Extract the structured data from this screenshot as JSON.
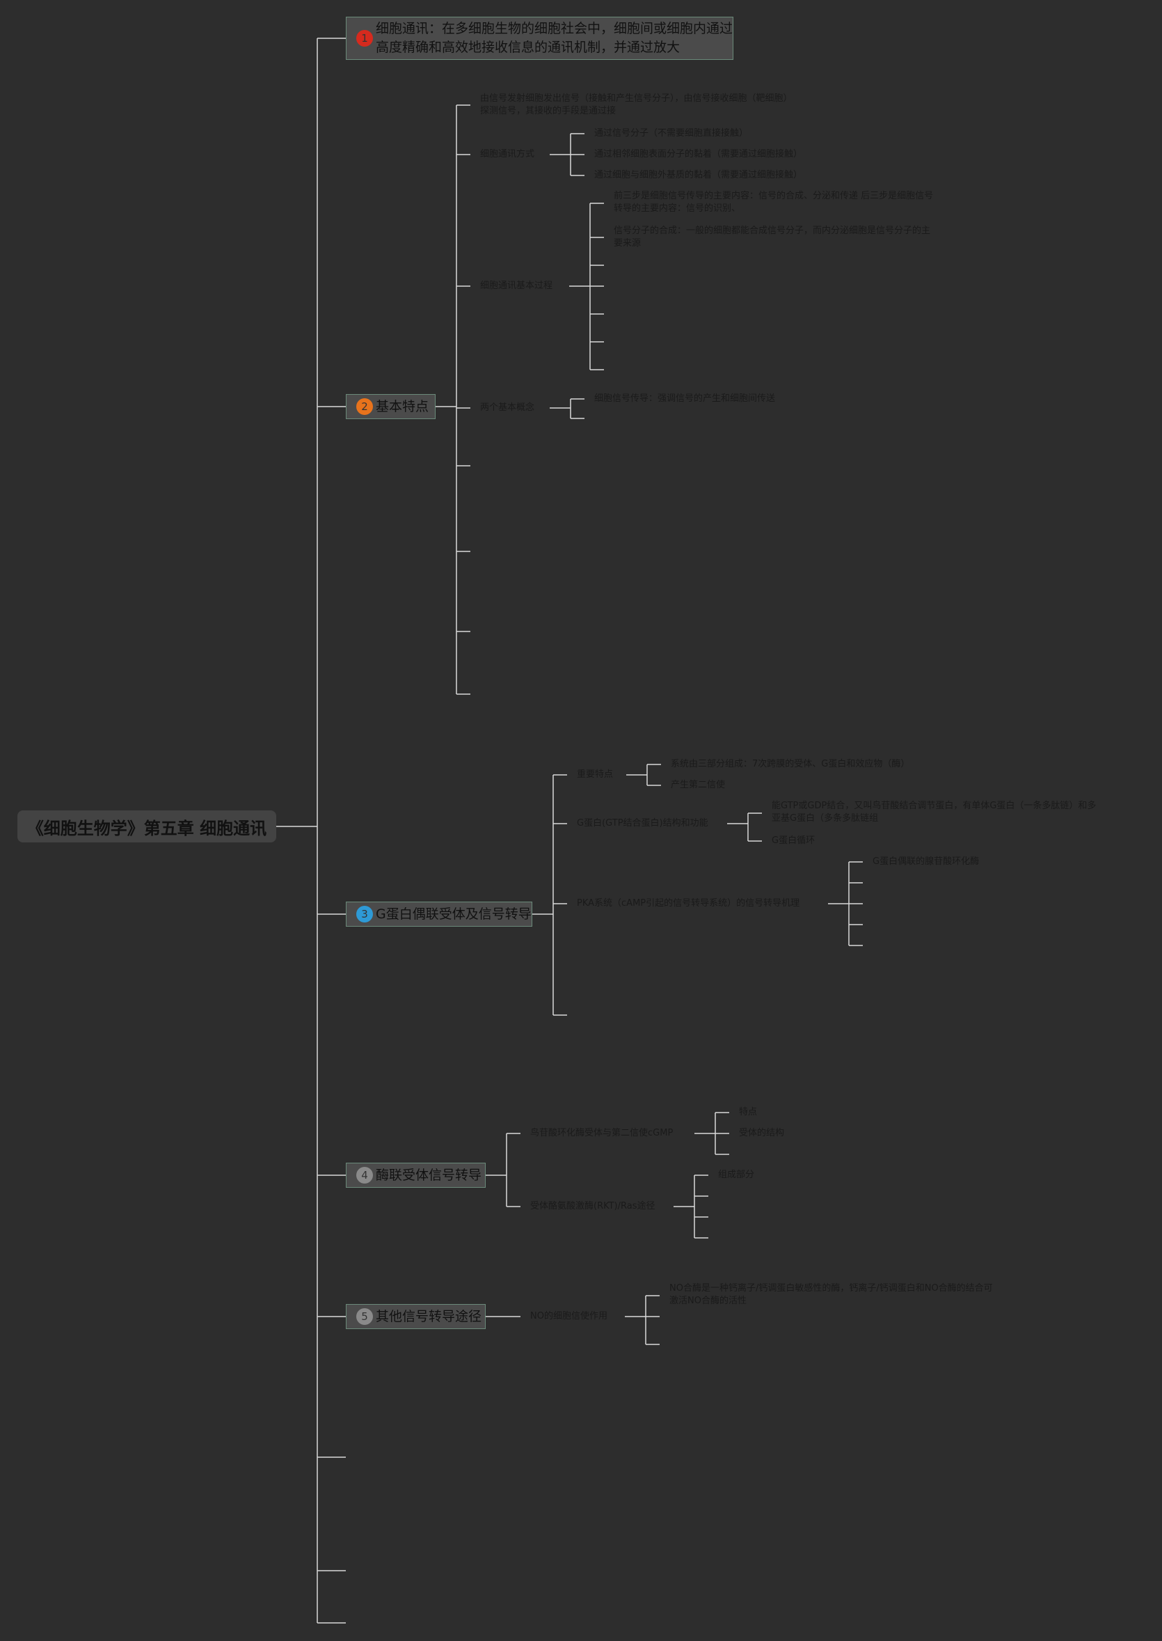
{
  "root": {
    "title": "《细胞生物学》第五章 细胞通讯"
  },
  "colors": {
    "background": "#2d2d2d",
    "lines": "#d9d9d9",
    "marker1": "#d62a1e",
    "marker2": "#e8731c",
    "marker3": "#2e9ad6",
    "marker4": "#8a8a8a",
    "marker5": "#8a8a8a"
  },
  "topics": {
    "t1": {
      "number": "1",
      "lines": [
        "细胞通讯：在多细胞生物的细胞社会中，细胞间或细胞内通过",
        "高度精确和高效地接收信息的通讯机制，并通过放大"
      ]
    },
    "t2": {
      "number": "2",
      "label": "基本特点",
      "def": [
        "由信号发射细胞发出信号（接触和产生信号分子），由信号接收细胞（靶细胞）",
        "探测信号，其接收的手段是通过接"
      ],
      "mode": {
        "label": "细胞通讯方式",
        "items": [
          "通过信号分子（不需要细胞直接接触）",
          "通过相邻细胞表面分子的黏着（需要通过细胞接触）",
          "通过细胞与细胞外基质的黏着（需要通过细胞接触）"
        ]
      },
      "process": {
        "label": "细胞通讯基本过程",
        "items": [
          [
            "前三步是细胞信号传导的主要内容：信号的合成、分泌和传递 后三步是细胞信号",
            "转导的主要内容：信号的识别、"
          ],
          [
            "信号分子的合成：一般的细胞都能合成信号分子，而内分泌细胞是信号分子的主",
            "要来源"
          ]
        ]
      },
      "concepts": {
        "label": "两个基本概念",
        "items": [
          "细胞信号传导：强调信号的产生和细胞间传送"
        ]
      }
    },
    "t3": {
      "number": "3",
      "label": "G蛋白偶联受体及信号转导",
      "feature": {
        "label": "重要特点",
        "items": [
          "系统由三部分组成：7次跨膜的受体、G蛋白和效应物（酶）",
          "产生第二信使"
        ]
      },
      "gprotein": {
        "label": "G蛋白(GTP结合蛋白)结构和功能",
        "items": [
          [
            "能GTP或GDP结合，又叫鸟苷酸结合调节蛋白，有单体G蛋白（一条多肽链）和多",
            "亚基G蛋白（多条多肽链组"
          ],
          [
            "G蛋白循环"
          ]
        ]
      },
      "pka": {
        "label": "PKA系统（cAMP引起的信号转导系统）的信号转导机理",
        "items": [
          "G蛋白偶联的腺苷酸环化酶"
        ]
      }
    },
    "t4": {
      "number": "4",
      "label": "酶联受体信号转导",
      "cgmp": {
        "label": "鸟苷酸环化酶受体与第二信使cGMP",
        "items": [
          "特点",
          "受体的结构"
        ]
      },
      "rtk": {
        "label": "受体酪氨酸激酶(RKT)/Ras途径",
        "items": [
          "组成部分"
        ]
      }
    },
    "t5": {
      "number": "5",
      "label": "其他信号转导途径",
      "no": {
        "label": "NO的细胞信使作用",
        "items": [
          [
            "NO合酶是一种钙离子/钙调蛋白敏感性的酶，钙离子/钙调蛋白和NO合酶的结合可",
            "激活NO合酶的活性"
          ]
        ]
      }
    }
  }
}
